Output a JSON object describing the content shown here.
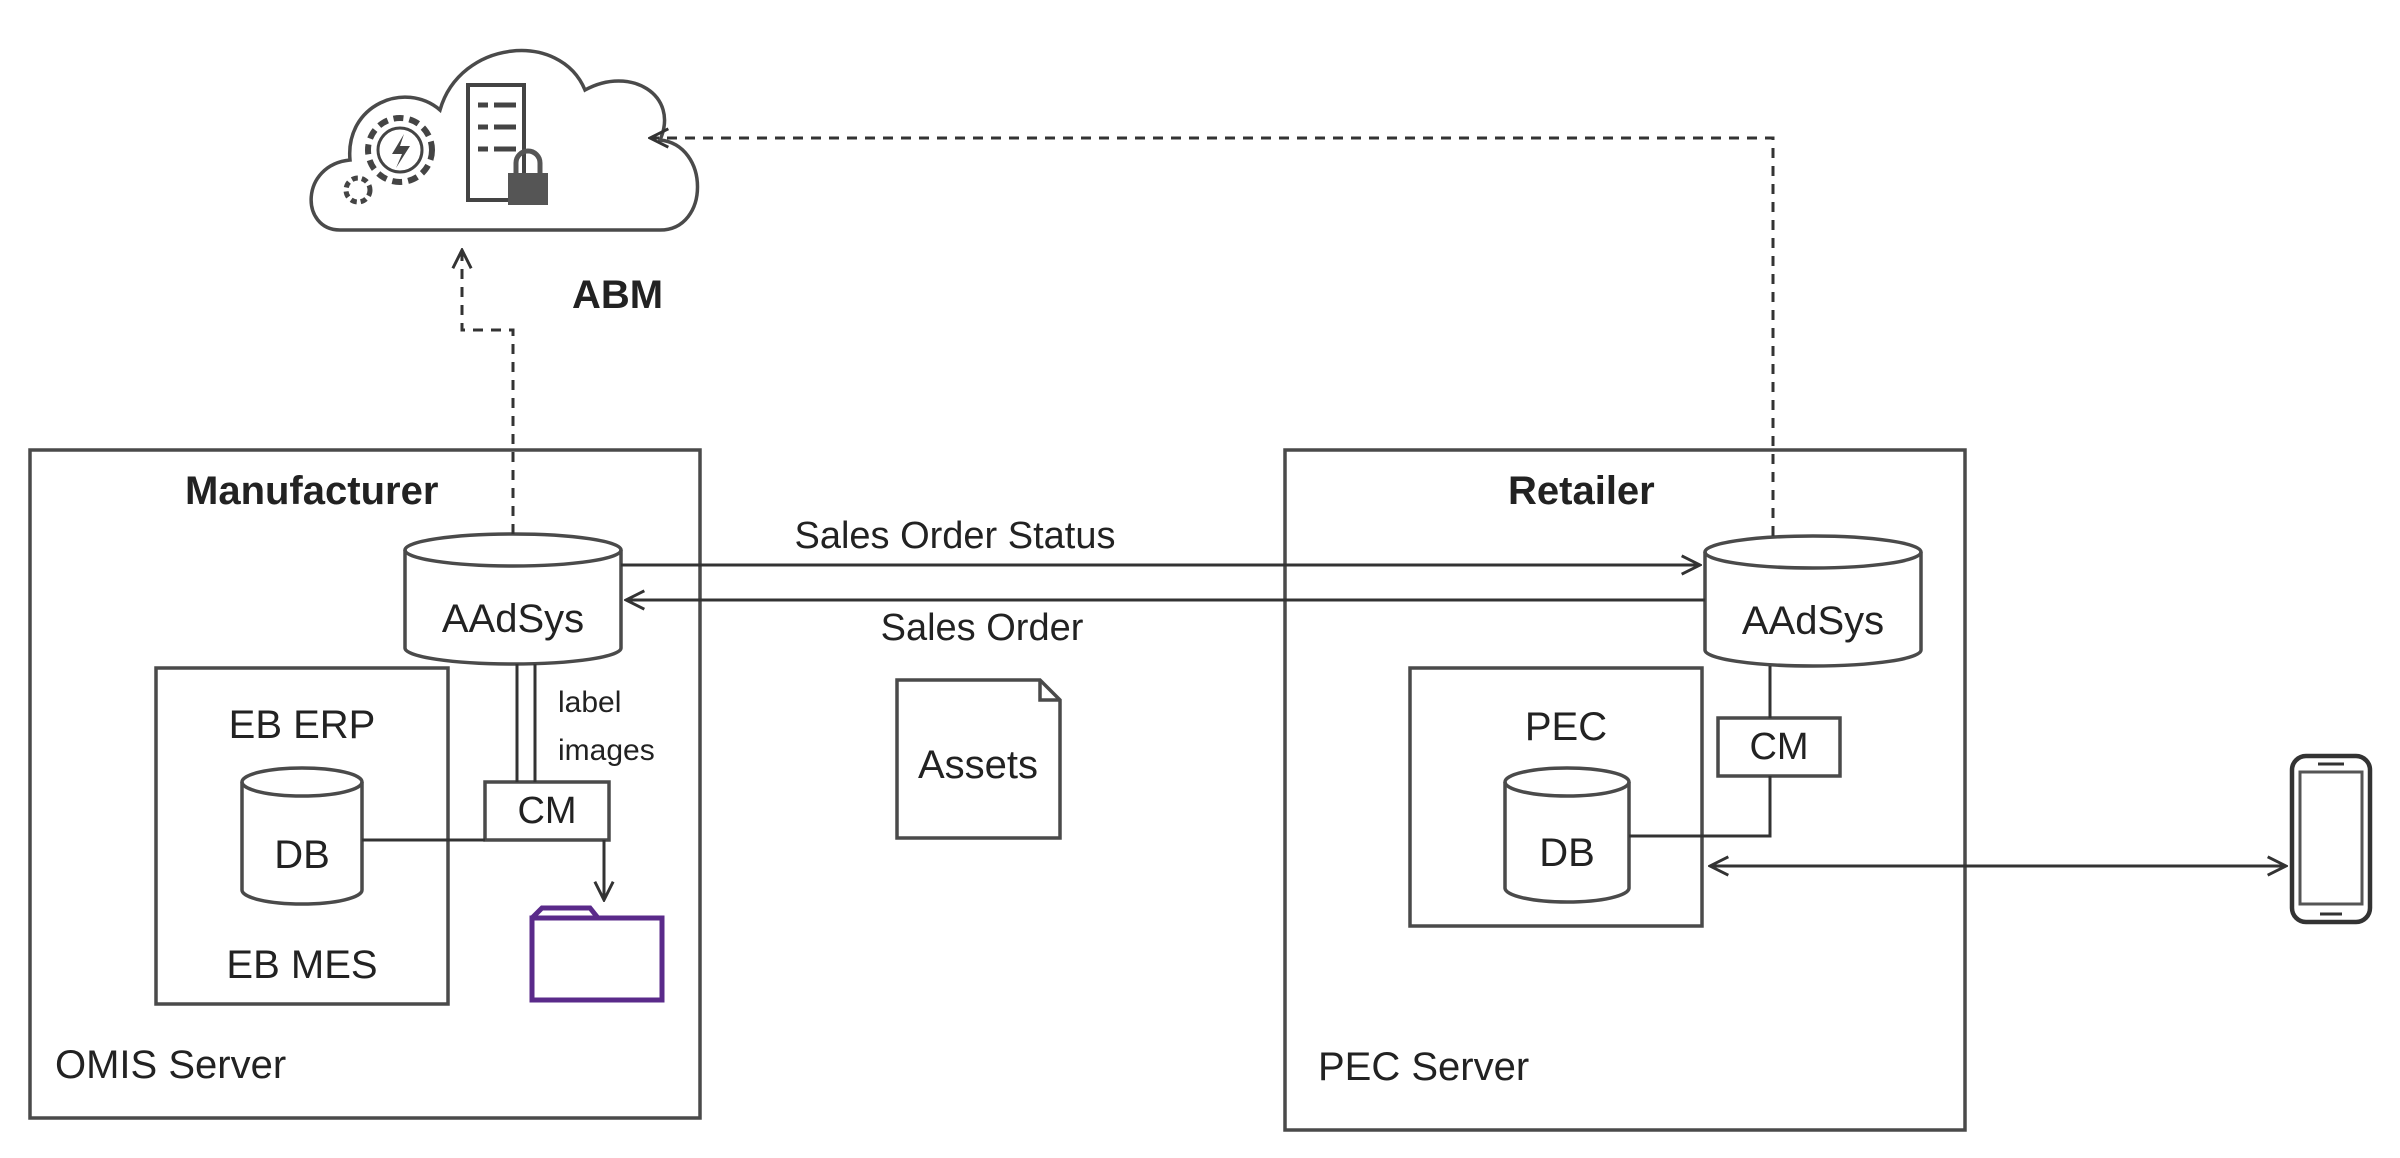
{
  "cloud": {
    "label": "ABM",
    "icons": [
      "gear-lightning-icon",
      "checklist-lock-icon"
    ]
  },
  "manufacturer": {
    "title": "Manufacturer",
    "server_label": "OMIS Server",
    "aadsys": "AAdSys",
    "erp_label": "EB ERP",
    "mes_label": "EB MES",
    "db": "DB",
    "cm": "CM",
    "edge_label_1": "label",
    "edge_label_2": "images",
    "folder_color": "#5a2a8a"
  },
  "retailer": {
    "title": "Retailer",
    "server_label": "PEC Server",
    "aadsys": "AAdSys",
    "pec_label": "PEC",
    "db": "DB",
    "cm": "CM"
  },
  "flows": {
    "sales_order_status": "Sales Order Status",
    "sales_order": "Sales Order",
    "assets": "Assets"
  },
  "device": {
    "icon": "smartphone-icon"
  }
}
